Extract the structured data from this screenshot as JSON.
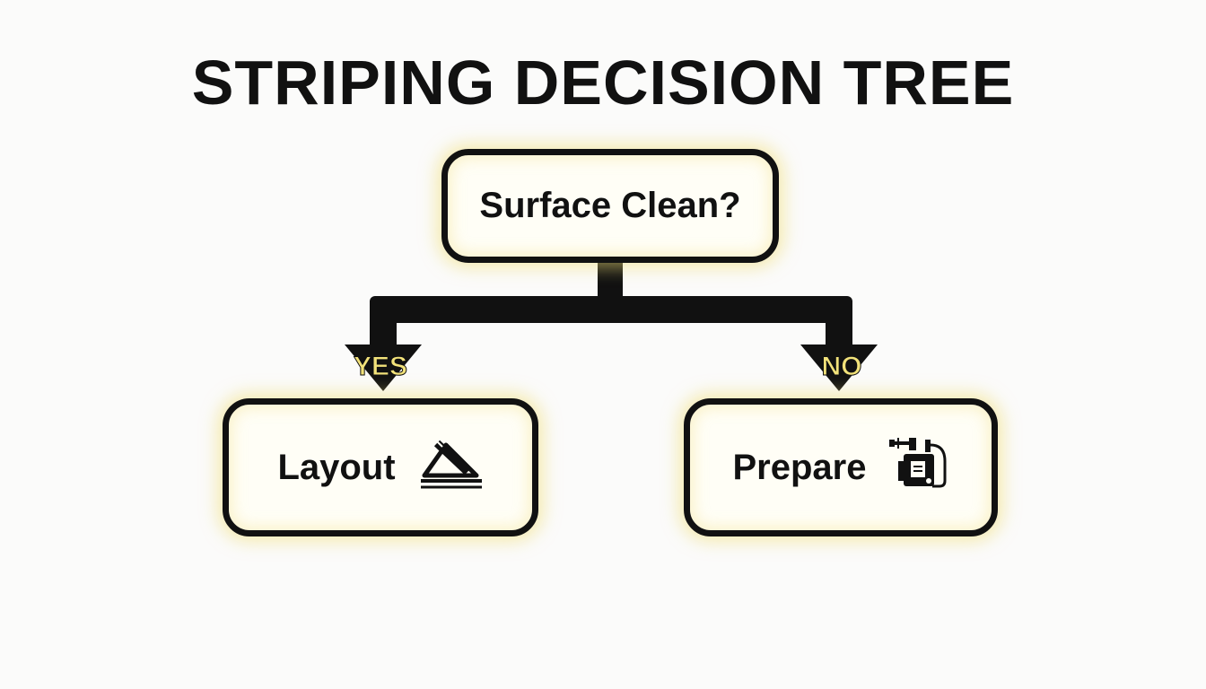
{
  "title": "STRIPING DECISION TREE",
  "nodes": {
    "root": {
      "label": "Surface Clean?"
    },
    "yes": {
      "label": "Layout",
      "icon": "triangle-ruler-icon"
    },
    "no": {
      "label": "Prepare",
      "icon": "pressure-washer-icon"
    }
  },
  "branches": {
    "yes_label": "YES",
    "no_label": "NO"
  },
  "colors": {
    "outline": "#111111",
    "glow": "#f0de78",
    "branch_label": "#f2e27a",
    "background": "#fbfbfa"
  }
}
